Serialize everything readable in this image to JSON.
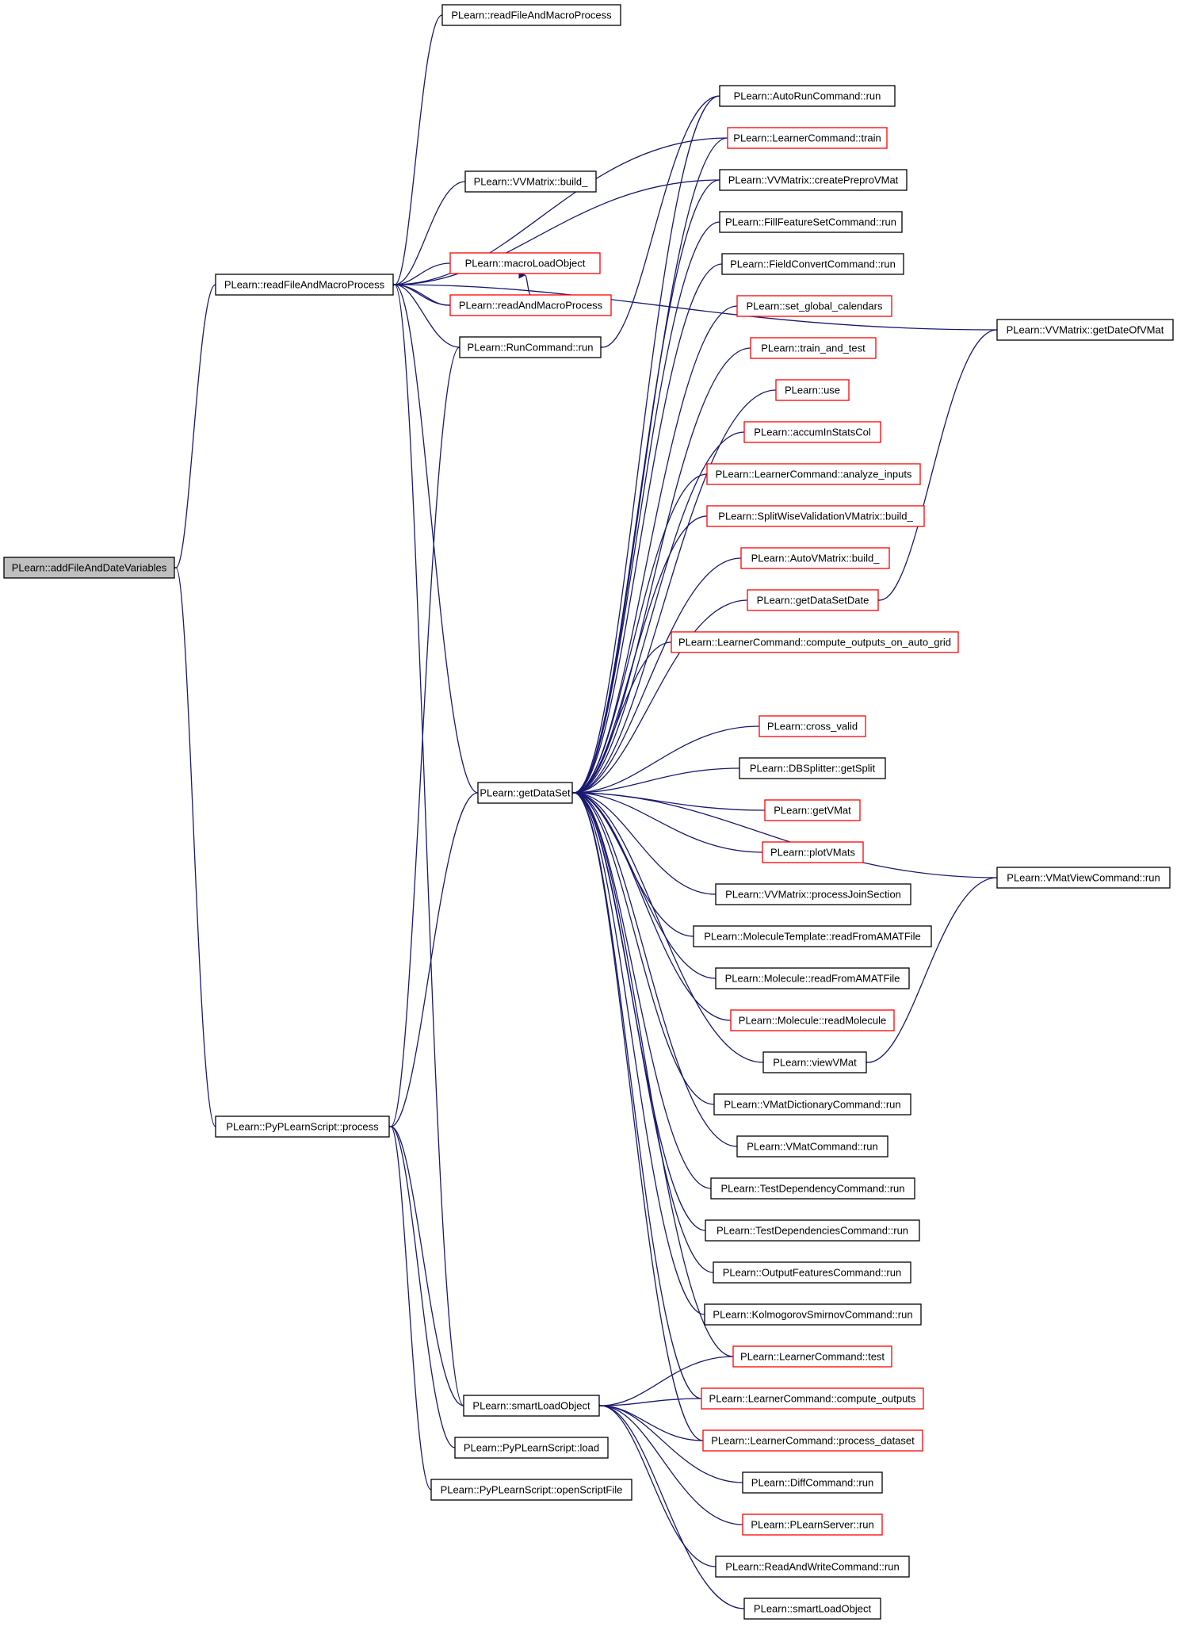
{
  "colors": {
    "edge": "#191970",
    "box_normal": "#000000",
    "box_truncated": "#ff0000",
    "root_fill": "#bfbfbf"
  },
  "nodes": [
    {
      "id": "root",
      "label": "PLearn::addFileAndDateVariables",
      "style": "root"
    },
    {
      "id": "rfmp",
      "label": "PLearn::readFileAndMacroProcess",
      "style": "normal"
    },
    {
      "id": "rfmp2",
      "label": "PLearn::readFileAndMacroProcess",
      "style": "normal"
    },
    {
      "id": "pps",
      "label": "PLearn::PyPLearnScript::process",
      "style": "normal"
    },
    {
      "id": "vvmbuild",
      "label": "PLearn::VVMatrix::build_",
      "style": "normal"
    },
    {
      "id": "mlo",
      "label": "PLearn::macroLoadObject",
      "style": "red"
    },
    {
      "id": "ramp",
      "label": "PLearn::readAndMacroProcess",
      "style": "red"
    },
    {
      "id": "runcmd",
      "label": "PLearn::RunCommand::run",
      "style": "normal"
    },
    {
      "id": "gds",
      "label": "PLearn::getDataSet",
      "style": "normal"
    },
    {
      "id": "slo",
      "label": "PLearn::smartLoadObject",
      "style": "normal"
    },
    {
      "id": "ppsload",
      "label": "PLearn::PyPLearnScript::load",
      "style": "normal"
    },
    {
      "id": "ppsopen",
      "label": "PLearn::PyPLearnScript::openScriptFile",
      "style": "normal"
    },
    {
      "id": "autorun",
      "label": "PLearn::AutoRunCommand::run",
      "style": "normal"
    },
    {
      "id": "lctrain",
      "label": "PLearn::LearnerCommand::train",
      "style": "red"
    },
    {
      "id": "vvmcpv",
      "label": "PLearn::VVMatrix::createPreproVMat",
      "style": "normal"
    },
    {
      "id": "ffsc",
      "label": "PLearn::FillFeatureSetCommand::run",
      "style": "normal"
    },
    {
      "id": "fcc",
      "label": "PLearn::FieldConvertCommand::run",
      "style": "normal"
    },
    {
      "id": "sgc",
      "label": "PLearn::set_global_calendars",
      "style": "red"
    },
    {
      "id": "tat",
      "label": "PLearn::train_and_test",
      "style": "red"
    },
    {
      "id": "use",
      "label": "PLearn::use",
      "style": "red"
    },
    {
      "id": "accum",
      "label": "PLearn::accumInStatsCol",
      "style": "red"
    },
    {
      "id": "lcai",
      "label": "PLearn::LearnerCommand::analyze_inputs",
      "style": "red"
    },
    {
      "id": "swv",
      "label": "PLearn::SplitWiseValidationVMatrix::build_",
      "style": "red"
    },
    {
      "id": "avm",
      "label": "PLearn::AutoVMatrix::build_",
      "style": "red"
    },
    {
      "id": "gdsd",
      "label": "PLearn::getDataSetDate",
      "style": "red"
    },
    {
      "id": "lccoag",
      "label": "PLearn::LearnerCommand::compute_outputs_on_auto_grid",
      "style": "red"
    },
    {
      "id": "cv",
      "label": "PLearn::cross_valid",
      "style": "red"
    },
    {
      "id": "dbs",
      "label": "PLearn::DBSplitter::getSplit",
      "style": "normal"
    },
    {
      "id": "gvm",
      "label": "PLearn::getVMat",
      "style": "red"
    },
    {
      "id": "pvm",
      "label": "PLearn::plotVMats",
      "style": "red"
    },
    {
      "id": "vvmpjs",
      "label": "PLearn::VVMatrix::processJoinSection",
      "style": "normal"
    },
    {
      "id": "mtrfa",
      "label": "PLearn::MoleculeTemplate::readFromAMATFile",
      "style": "normal"
    },
    {
      "id": "mrfa",
      "label": "PLearn::Molecule::readFromAMATFile",
      "style": "normal"
    },
    {
      "id": "mrm",
      "label": "PLearn::Molecule::readMolecule",
      "style": "red"
    },
    {
      "id": "vv",
      "label": "PLearn::viewVMat",
      "style": "normal"
    },
    {
      "id": "vmdc",
      "label": "PLearn::VMatDictionaryCommand::run",
      "style": "normal"
    },
    {
      "id": "vmc",
      "label": "PLearn::VMatCommand::run",
      "style": "normal"
    },
    {
      "id": "tdc",
      "label": "PLearn::TestDependencyCommand::run",
      "style": "normal"
    },
    {
      "id": "tdsc",
      "label": "PLearn::TestDependenciesCommand::run",
      "style": "normal"
    },
    {
      "id": "ofc",
      "label": "PLearn::OutputFeaturesCommand::run",
      "style": "normal"
    },
    {
      "id": "ksc",
      "label": "PLearn::KolmogorovSmirnovCommand::run",
      "style": "normal"
    },
    {
      "id": "lctest",
      "label": "PLearn::LearnerCommand::test",
      "style": "red"
    },
    {
      "id": "lcco",
      "label": "PLearn::LearnerCommand::compute_outputs",
      "style": "red"
    },
    {
      "id": "lcpd",
      "label": "PLearn::LearnerCommand::process_dataset",
      "style": "red"
    },
    {
      "id": "diff",
      "label": "PLearn::DiffCommand::run",
      "style": "normal"
    },
    {
      "id": "pls",
      "label": "PLearn::PLearnServer::run",
      "style": "red"
    },
    {
      "id": "rawc",
      "label": "PLearn::ReadAndWriteCommand::run",
      "style": "normal"
    },
    {
      "id": "slo2",
      "label": "PLearn::smartLoadObject",
      "style": "normal"
    },
    {
      "id": "vvmgd",
      "label": "PLearn::VVMatrix::getDateOfVMat",
      "style": "normal"
    },
    {
      "id": "vmvc",
      "label": "PLearn::VMatViewCommand::run",
      "style": "normal"
    }
  ],
  "edges": [
    [
      "root",
      "rfmp"
    ],
    [
      "root",
      "pps"
    ],
    [
      "rfmp",
      "rfmp2"
    ],
    [
      "rfmp",
      "vvmbuild"
    ],
    [
      "rfmp",
      "mlo"
    ],
    [
      "rfmp",
      "ramp"
    ],
    [
      "rfmp",
      "runcmd"
    ],
    [
      "rfmp",
      "gds"
    ],
    [
      "rfmp",
      "slo"
    ],
    [
      "rfmp",
      "lctrain"
    ],
    [
      "rfmp",
      "vvmcpv"
    ],
    [
      "rfmp",
      "vvmgd"
    ],
    [
      "ramp",
      "rfmp"
    ],
    [
      "mlo",
      "ramp"
    ],
    [
      "runcmd",
      "autorun"
    ],
    [
      "pps",
      "runcmd"
    ],
    [
      "pps",
      "gds"
    ],
    [
      "pps",
      "slo"
    ],
    [
      "pps",
      "ppsload"
    ],
    [
      "pps",
      "ppsopen"
    ],
    [
      "gds",
      "autorun"
    ],
    [
      "gds",
      "lctrain"
    ],
    [
      "gds",
      "vvmcpv"
    ],
    [
      "gds",
      "ffsc"
    ],
    [
      "gds",
      "fcc"
    ],
    [
      "gds",
      "sgc"
    ],
    [
      "gds",
      "tat"
    ],
    [
      "gds",
      "use"
    ],
    [
      "gds",
      "accum"
    ],
    [
      "gds",
      "lcai"
    ],
    [
      "gds",
      "swv"
    ],
    [
      "gds",
      "avm"
    ],
    [
      "gds",
      "gdsd"
    ],
    [
      "gds",
      "lccoag"
    ],
    [
      "gds",
      "vmvc"
    ],
    [
      "gds",
      "cv"
    ],
    [
      "gds",
      "dbs"
    ],
    [
      "gds",
      "gvm"
    ],
    [
      "gds",
      "pvm"
    ],
    [
      "gds",
      "vvmpjs"
    ],
    [
      "gds",
      "mtrfa"
    ],
    [
      "gds",
      "mrfa"
    ],
    [
      "gds",
      "mrm"
    ],
    [
      "gds",
      "vv"
    ],
    [
      "gds",
      "vmdc"
    ],
    [
      "gds",
      "vmc"
    ],
    [
      "gds",
      "tdc"
    ],
    [
      "gds",
      "tdsc"
    ],
    [
      "gds",
      "ofc"
    ],
    [
      "gds",
      "ksc"
    ],
    [
      "gds",
      "lctest"
    ],
    [
      "gds",
      "lcco"
    ],
    [
      "gds",
      "lcpd"
    ],
    [
      "gdsd",
      "vvmgd"
    ],
    [
      "vv",
      "vmvc"
    ],
    [
      "slo",
      "lctest"
    ],
    [
      "slo",
      "lcco"
    ],
    [
      "slo",
      "lcpd"
    ],
    [
      "slo",
      "diff"
    ],
    [
      "slo",
      "pls"
    ],
    [
      "slo",
      "rawc"
    ],
    [
      "slo",
      "slo2"
    ]
  ]
}
